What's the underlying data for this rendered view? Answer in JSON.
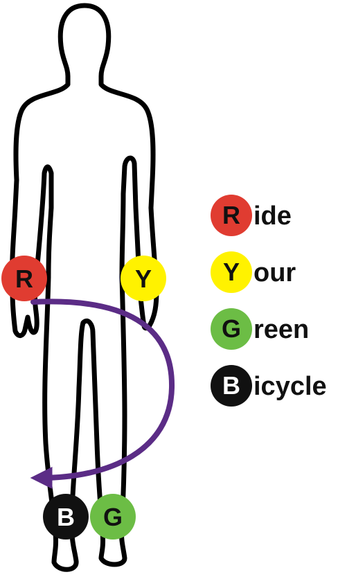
{
  "colors": {
    "red": "#e03c31",
    "yellow": "#fff200",
    "green": "#6cbd45",
    "black": "#111111",
    "arrow": "#5b2c86",
    "outline": "#000000"
  },
  "figure_markers": [
    {
      "letter": "R",
      "color": "red",
      "text_color": "black",
      "placement": "left-wrist"
    },
    {
      "letter": "Y",
      "color": "yellow",
      "text_color": "black",
      "placement": "right-wrist"
    },
    {
      "letter": "B",
      "color": "black",
      "text_color": "white",
      "placement": "left-ankle"
    },
    {
      "letter": "G",
      "color": "green",
      "text_color": "black",
      "placement": "right-ankle"
    }
  ],
  "legend": [
    {
      "letter": "R",
      "rest": "ide",
      "color": "red",
      "text_color": "black"
    },
    {
      "letter": "Y",
      "rest": "our",
      "color": "yellow",
      "text_color": "black"
    },
    {
      "letter": "G",
      "rest": "reen",
      "color": "green",
      "text_color": "black"
    },
    {
      "letter": "B",
      "rest": "icycle",
      "color": "black",
      "text_color": "white"
    }
  ],
  "arrow": {
    "from": "R",
    "to": "B",
    "color": "arrow"
  }
}
